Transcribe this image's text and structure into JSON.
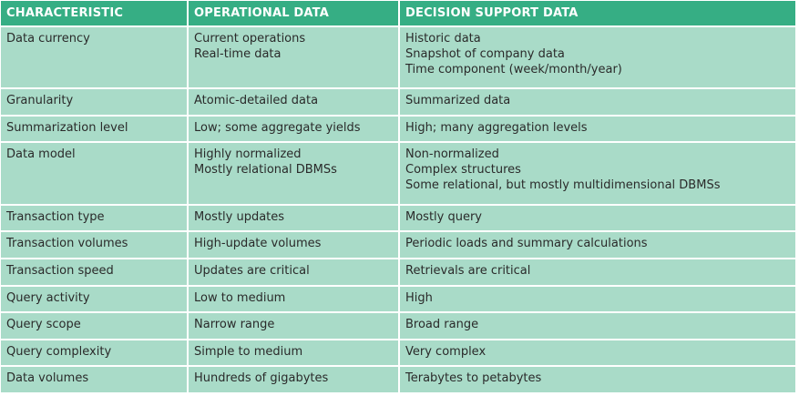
{
  "headers": [
    "CHARACTERISTIC",
    "OPERATIONAL DATA",
    "DECISION SUPPORT DATA"
  ],
  "rows": [
    {
      "characteristic": [
        "Data currency"
      ],
      "operational": [
        "Current operations",
        "Real-time data"
      ],
      "decision": [
        "Historic data",
        "Snapshot of company data",
        "Time component (week/month/year)"
      ]
    },
    {
      "characteristic": [
        "Granularity"
      ],
      "operational": [
        "Atomic-detailed data"
      ],
      "decision": [
        "Summarized data"
      ]
    },
    {
      "characteristic": [
        "Summarization level"
      ],
      "operational": [
        "Low; some aggregate yields"
      ],
      "decision": [
        "High; many aggregation levels"
      ]
    },
    {
      "characteristic": [
        "Data model"
      ],
      "operational": [
        "Highly normalized",
        "Mostly relational DBMSs"
      ],
      "decision": [
        "Non-normalized",
        "Complex structures",
        "Some relational, but mostly multidimensional DBMSs"
      ]
    },
    {
      "characteristic": [
        "Transaction type"
      ],
      "operational": [
        "Mostly updates"
      ],
      "decision": [
        "Mostly query"
      ]
    },
    {
      "characteristic": [
        "Transaction volumes"
      ],
      "operational": [
        "High-update volumes"
      ],
      "decision": [
        "Periodic loads and summary calculations"
      ]
    },
    {
      "characteristic": [
        "Transaction speed"
      ],
      "operational": [
        "Updates are critical"
      ],
      "decision": [
        "Retrievals are critical"
      ]
    },
    {
      "characteristic": [
        "Query activity"
      ],
      "operational": [
        "Low to medium"
      ],
      "decision": [
        "High"
      ]
    },
    {
      "characteristic": [
        "Query scope"
      ],
      "operational": [
        "Narrow range"
      ],
      "decision": [
        "Broad range"
      ]
    },
    {
      "characteristic": [
        "Query complexity"
      ],
      "operational": [
        "Simple to medium"
      ],
      "decision": [
        "Very complex"
      ]
    },
    {
      "characteristic": [
        "Data volumes"
      ],
      "operational": [
        "Hundreds of gigabytes"
      ],
      "decision": [
        "Terabytes to petabytes"
      ]
    }
  ],
  "colors": {
    "header_bg": "#36ae84",
    "cell_bg": "#a9dbc8",
    "grid": "#ffffff"
  }
}
